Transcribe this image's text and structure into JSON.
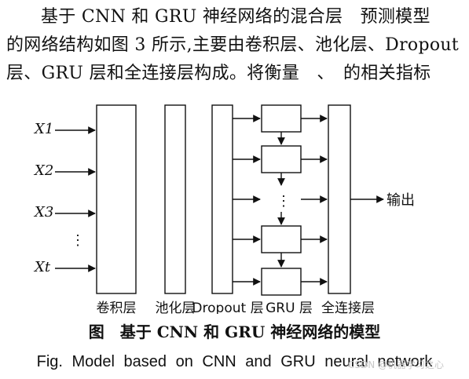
{
  "paragraph": {
    "line1": "基于 CNN 和 GRU 神经网络的混合层　预测模型",
    "line2": "的网络结构如图 3 所示,主要由卷积层、池化层、Dropout",
    "line3": "层、GRU 层和全连接层构成。将衡量　、　的相关指标"
  },
  "diagram": {
    "inputs": [
      "X1",
      "X2",
      "X3",
      "⋮",
      "Xt"
    ],
    "layer_labels": [
      "卷积层",
      "池化层",
      "Dropout 层",
      "GRU 层",
      "全连接层"
    ],
    "output_label": "输出"
  },
  "caption": {
    "cn": "图　基于 CNN 和 GRU 神经网络的模型",
    "en": "Fig.  Model based on CNN and GRU neural network"
  },
  "watermark": "CSDN @机器学习之心"
}
